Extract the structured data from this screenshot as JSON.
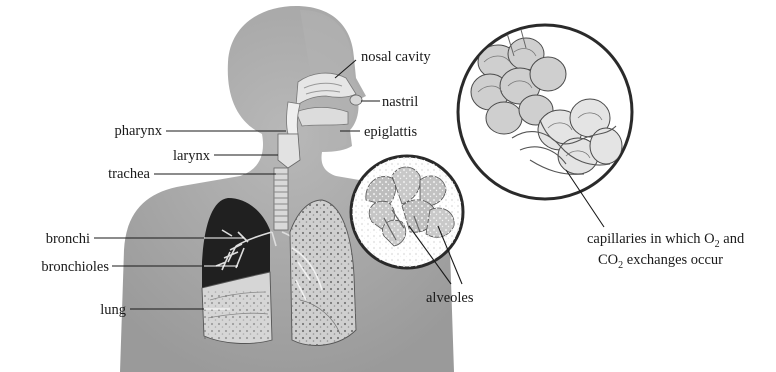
{
  "labels": {
    "nosal_cavity": "nosal cavity",
    "nastril": "nastril",
    "epiglattis": "epiglattis",
    "pharynx": "pharynx",
    "larynx": "larynx",
    "trachea": "trachea",
    "bronchi": "bronchi",
    "bronchioles": "bronchioles",
    "lung": "lung",
    "alveoles": "alveoles",
    "capillaries": {
      "line1_prefix": "capillaries in which O",
      "line1_sub": "2",
      "line1_suffix": " and",
      "line2_prefix": "CO",
      "line2_sub": "2",
      "line2_suffix": " exchanges occur"
    }
  },
  "colors": {
    "body": "#a9a9a9",
    "body_shadow": "#8f8f8f",
    "lung": "#cfcfcf",
    "lung_dark": "#222222",
    "alveoli": "#c4c4c4",
    "outline": "#1a1a1a"
  }
}
